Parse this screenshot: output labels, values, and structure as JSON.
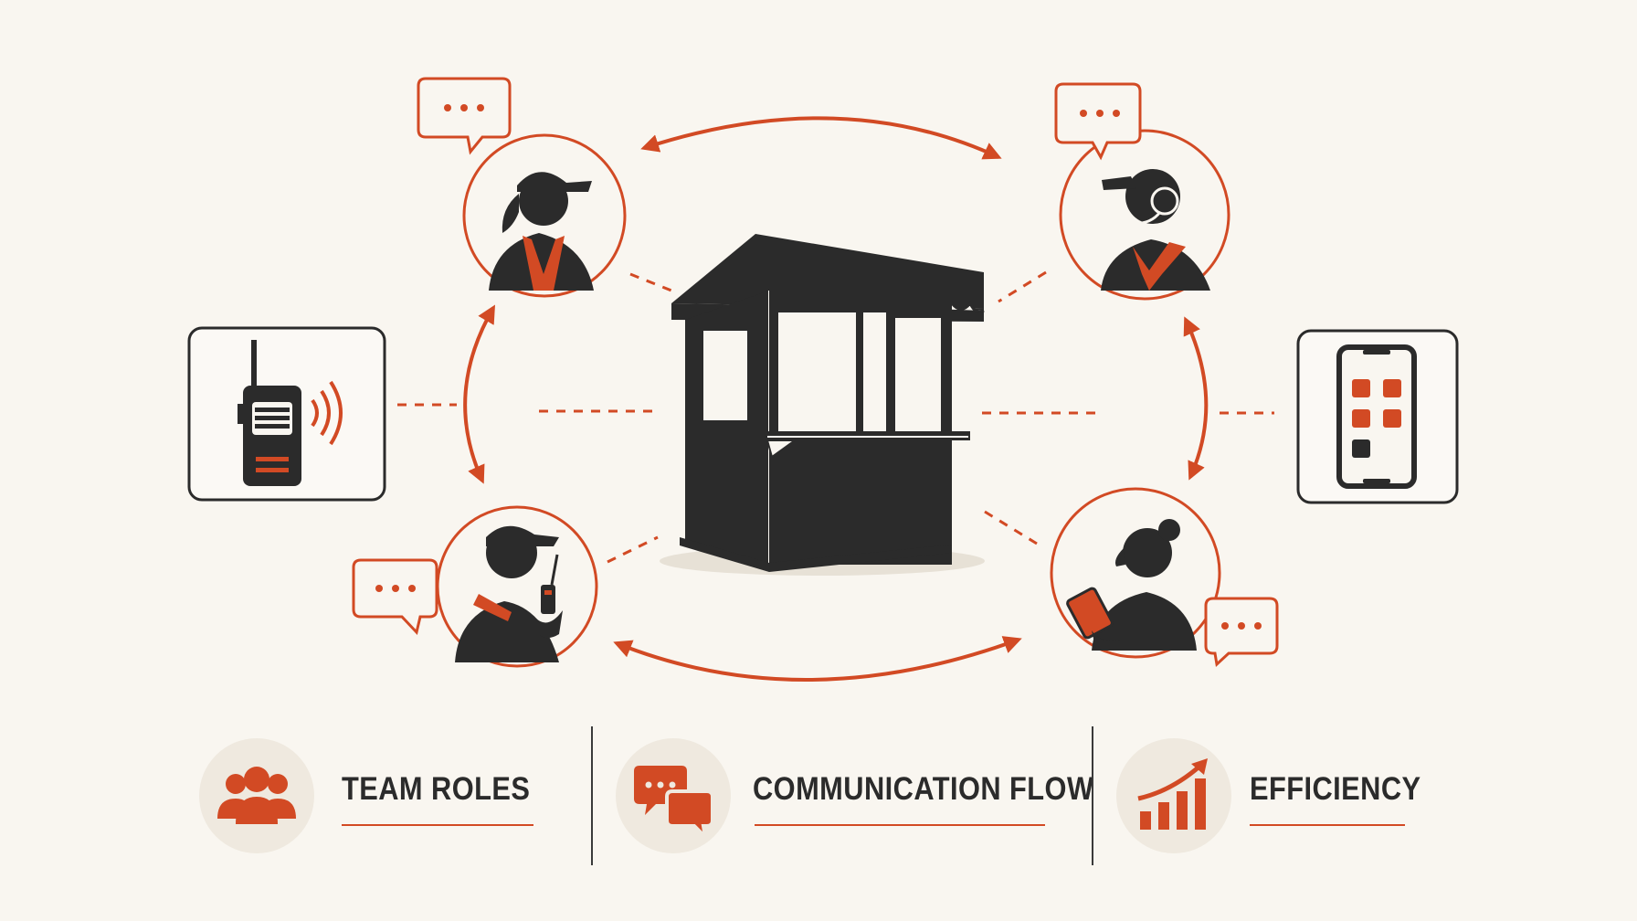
{
  "diagram": {
    "center": {
      "icon": "concession-stand-icon"
    },
    "roles": [
      {
        "id": "cashier",
        "icon": "cashier-apron-person-icon",
        "has_chat_bubble": true
      },
      {
        "id": "headset-operator",
        "icon": "headset-person-icon",
        "has_chat_bubble": true
      },
      {
        "id": "radio-runner",
        "icon": "walkie-talkie-person-icon",
        "has_chat_bubble": true
      },
      {
        "id": "tablet-manager",
        "icon": "tablet-person-icon",
        "has_chat_bubble": true
      }
    ],
    "devices": [
      {
        "id": "two-way-radio",
        "icon": "walkie-talkie-icon"
      },
      {
        "id": "mobile-app",
        "icon": "smartphone-apps-icon"
      }
    ],
    "chat_bubble_text": "...",
    "colors": {
      "accent": "#d24a24",
      "dark": "#2b2b2b",
      "background": "#f9f6f0",
      "legend_circle": "#efe9df"
    }
  },
  "legend": [
    {
      "label": "TEAM ROLES",
      "icon": "team-group-icon"
    },
    {
      "label": "COMMUNICATION FLOW",
      "icon": "chat-bubbles-icon"
    },
    {
      "label": "EFFICIENCY",
      "icon": "growth-chart-icon"
    }
  ]
}
